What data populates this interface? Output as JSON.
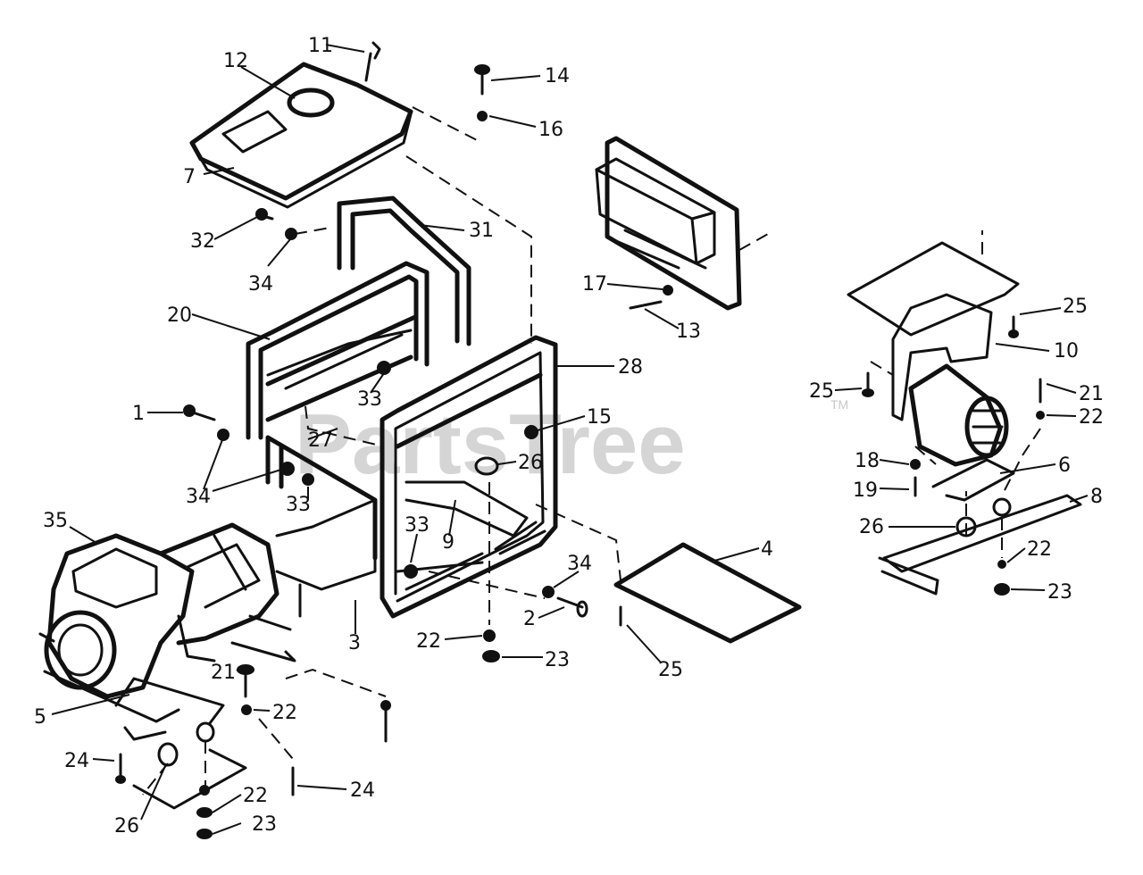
{
  "watermark": {
    "text": "PartsTree",
    "mark": "TM"
  },
  "callouts": [
    {
      "id": "c11",
      "label": "11"
    },
    {
      "id": "c12",
      "label": "12"
    },
    {
      "id": "c14",
      "label": "14"
    },
    {
      "id": "c16",
      "label": "16"
    },
    {
      "id": "c7",
      "label": "7"
    },
    {
      "id": "c31",
      "label": "31"
    },
    {
      "id": "c32",
      "label": "32"
    },
    {
      "id": "c34a",
      "label": "34"
    },
    {
      "id": "c17",
      "label": "17"
    },
    {
      "id": "c13",
      "label": "13"
    },
    {
      "id": "c25a",
      "label": "25"
    },
    {
      "id": "c10",
      "label": "10"
    },
    {
      "id": "c20",
      "label": "20"
    },
    {
      "id": "c28",
      "label": "28"
    },
    {
      "id": "c33a",
      "label": "33"
    },
    {
      "id": "c25b",
      "label": "25"
    },
    {
      "id": "c21a",
      "label": "21"
    },
    {
      "id": "c22a",
      "label": "22"
    },
    {
      "id": "c1",
      "label": "1"
    },
    {
      "id": "c15",
      "label": "15"
    },
    {
      "id": "c27",
      "label": "27"
    },
    {
      "id": "c18",
      "label": "18"
    },
    {
      "id": "c6",
      "label": "6"
    },
    {
      "id": "c34b",
      "label": "34"
    },
    {
      "id": "c26a",
      "label": "26"
    },
    {
      "id": "c19",
      "label": "19"
    },
    {
      "id": "c8",
      "label": "8"
    },
    {
      "id": "c33b",
      "label": "33"
    },
    {
      "id": "c35",
      "label": "35"
    },
    {
      "id": "c26b",
      "label": "26"
    },
    {
      "id": "c33c",
      "label": "33"
    },
    {
      "id": "c9",
      "label": "9"
    },
    {
      "id": "c4",
      "label": "4"
    },
    {
      "id": "c22b",
      "label": "22"
    },
    {
      "id": "c34c",
      "label": "34"
    },
    {
      "id": "c23a",
      "label": "23"
    },
    {
      "id": "c2",
      "label": "2"
    },
    {
      "id": "c3",
      "label": "3"
    },
    {
      "id": "c22c",
      "label": "22"
    },
    {
      "id": "c23b",
      "label": "23"
    },
    {
      "id": "c25c",
      "label": "25"
    },
    {
      "id": "c21b",
      "label": "21"
    },
    {
      "id": "c5",
      "label": "5"
    },
    {
      "id": "c22d",
      "label": "22"
    },
    {
      "id": "c24a",
      "label": "24"
    },
    {
      "id": "c24b",
      "label": "24"
    },
    {
      "id": "c22e",
      "label": "22"
    },
    {
      "id": "c26c",
      "label": "26"
    },
    {
      "id": "c23c",
      "label": "23"
    }
  ]
}
